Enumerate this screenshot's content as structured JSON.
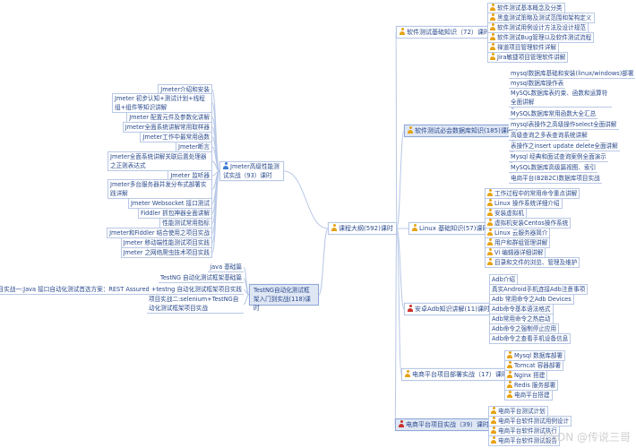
{
  "root": "课程大纲(592)课时",
  "right_branches": [
    {
      "label": "软件测试基础知识（72）课时",
      "children": [
        "软件测试基本概念及分类",
        "黑盒测试策略及测试范围和架构定义",
        "软件测试用例设计方法及设计规范",
        "软件测试Bug管理以及软件测试流程",
        "禅道项目管理软件详解",
        "Jira敏捷项目管理软件讲解"
      ]
    },
    {
      "label": "软件测试必会数据库知识(185)课时",
      "children": [
        "mysql数据库基础和安装(linux/windows)部署",
        "mysql数据库操作表",
        "MySQL数据库表约束、函数和运算符全面讲解",
        "MySQL数据库常用函数大全汇总",
        "mysql表操作之高级操作select全面讲解",
        "高级查询之多表查询系统讲解",
        "表操作之insert update delete全面讲解",
        "Mysql 经典和面试查询案例全面演示",
        "MySQL数据库高级篇视图、索引",
        "电商平台(B2B2C)数据库项目实战"
      ]
    },
    {
      "label": "Linux 基础知识(57)课时",
      "children": [
        "工作过程中的常用命令重点讲解",
        "Linux 操作系统详细介绍",
        "安装虚拟机",
        "虚拟机安装Centos操作系统",
        "Linux 云服务器简介",
        "用户和群组管理讲解",
        "Vi 编辑器详细讲解",
        "目录和文件的浏览、管理及维护"
      ]
    },
    {
      "label": "安卓Adb知识讲解(11)课时",
      "children": [
        "Adb介绍",
        "真实Android手机连接Adb注意事项",
        "Adb 常用命令之Adb Devices",
        "Adb命令基本语法格式",
        "Adb常用命令之热启动",
        "Adb命令之强制停止应用",
        "Adb命令之查看手机设备信息"
      ]
    },
    {
      "label": "电商平台项目部署实战（17）课时",
      "children": [
        "Mysql 数据库部署",
        "Tomcat 容器部署",
        "Nginx 搭建",
        "Redis 服务部署",
        "电商平台搭建"
      ]
    },
    {
      "label": "电商平台项目实战（39）课时",
      "children": [
        "电商平台测试计划",
        "电商平台软件测试用例设计",
        "电商平台软件测试执行",
        "电商平台软件测试报告"
      ]
    }
  ],
  "left_branches": [
    {
      "label": "Jmeter高级性能测试实战（93）课时",
      "children": [
        "Jmeter介绍和安装",
        "Jmeter 初步认知+测试计划+线程组+组件等知识讲解",
        "Jmeter 配置元件及参数化讲解",
        "Jmeter全面系统讲解常用取样器",
        "Jmeter工作中最常用函数",
        "Jmeter断言",
        "Jmeter全面系统讲解关联后置处理器之正则表达式",
        "Jmeter 监听器",
        "Jmeter多台服务器并发分布式部署实践详解",
        "Jmeter Websocket 接口测试",
        "Fiddler 抓包神器全面讲解",
        "性能测试常用指标",
        "Jmeter和Fiddler 结合使用之项目实战",
        "Jmeter 移动端性能测试项目实践",
        "Jmeter 之网络爬虫技术项目实践"
      ]
    },
    {
      "label": "TestNG自动化测试框架入门到实战(118)课时",
      "children": [
        "java 基础篇",
        "TestNG 自动化测试框架基础篇",
        "项目实战一:Java 接口自动化测试首选方案：REST Assured +testng 自动化测试框架项目实践",
        "项目实战二:selenium+TestNG自动化测试框架项目实战"
      ]
    }
  ],
  "watermark": "CSDN @传说三哥",
  "colors": {
    "line": "#b8c8e6",
    "text": "#2a4a8c",
    "icon": "#e6a215",
    "highlight_icon": "#c9302c"
  }
}
